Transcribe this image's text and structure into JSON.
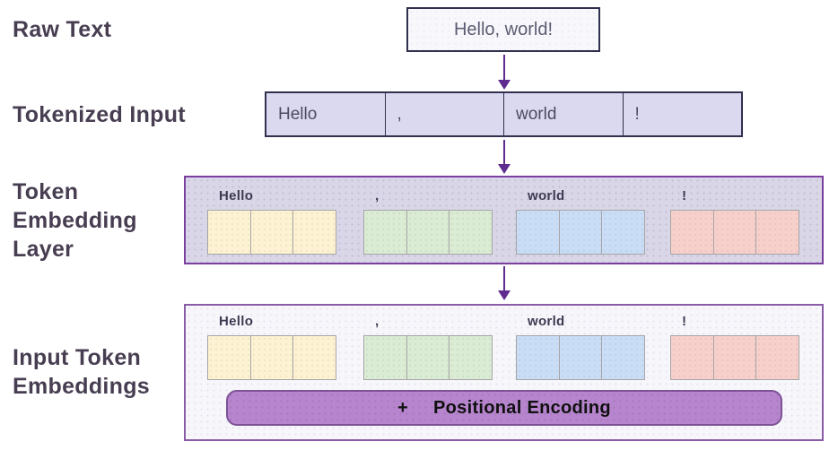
{
  "labels": {
    "raw_text": "Raw Text",
    "tokenized_input": "Tokenized Input",
    "token_embedding_layer": "Token Embedding Layer",
    "input_token_embeddings": "Input Token Embeddings"
  },
  "raw_box": {
    "text": "Hello, world!"
  },
  "tokens": [
    "Hello",
    ",",
    "world",
    "!"
  ],
  "token_colors": [
    "#fdf3d2",
    "#daecd3",
    "#c9def6",
    "#f8d0cb"
  ],
  "cells_per_token": 3,
  "positional": {
    "plus": "+",
    "label": "Positional Encoding"
  },
  "accent_colors": {
    "arrow": "#5e2c8e",
    "dark_panel_border": "#7a3f9f",
    "light_panel_border": "#8a5ca8",
    "box_border": "#2f2f4e",
    "tokenized_fill": "#dbd9ef",
    "dark_panel_fill": "#d9d6e7",
    "light_panel_fill": "#f7f6fb",
    "positional_fill": "#b685cd",
    "label_text": "#483e52"
  }
}
